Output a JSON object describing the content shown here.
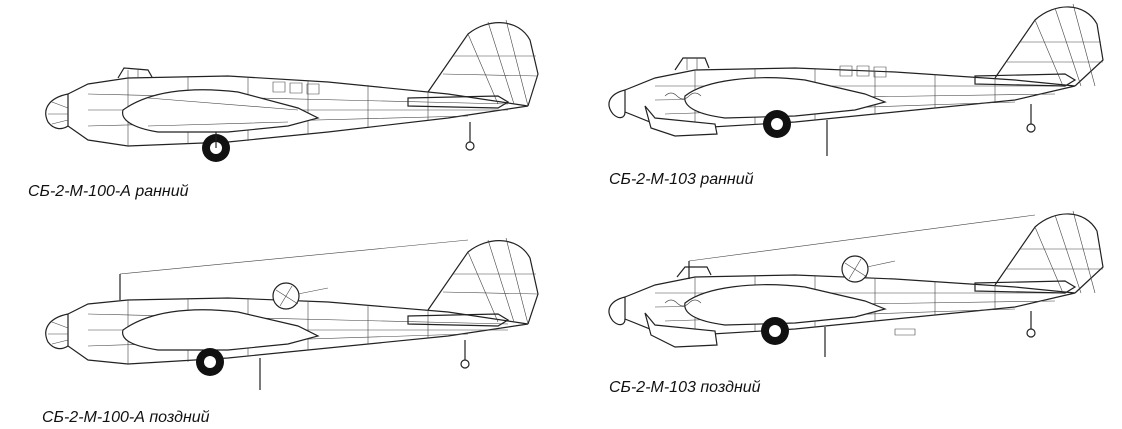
{
  "figures": [
    {
      "id": "sb2-m100a-early",
      "caption": "СБ-2-М-100-А ранний"
    },
    {
      "id": "sb2-m103-early",
      "caption": "СБ-2-М-103 ранний"
    },
    {
      "id": "sb2-m100a-late",
      "caption": "СБ-2-М-100-А поздний"
    },
    {
      "id": "sb2-m103-late",
      "caption": "СБ-2-М-103 поздний"
    }
  ]
}
